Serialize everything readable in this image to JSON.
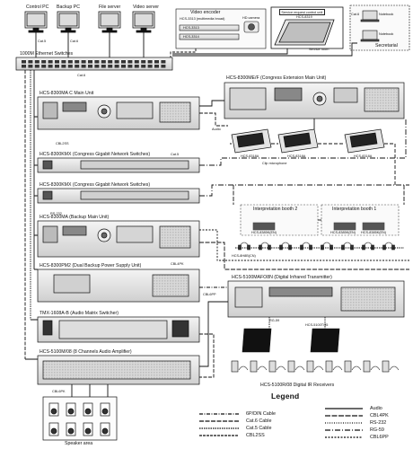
{
  "top_devices": {
    "control_pc": "Control PC",
    "backup_pc": "Backup PC",
    "file_server": "File server",
    "video_server": "Video server"
  },
  "video_encoder": {
    "title": "Video encoder",
    "line1": "HCS-3313 (multimedia broad)",
    "line2": "HCS-3314",
    "hd_camera": "HD camera",
    "unit_a": "HCS-3313",
    "unit_b": "HCS-3314"
  },
  "service_request": {
    "title_line1": "Service request control unit",
    "title_line2": "HCS-8319",
    "room": "Service room"
  },
  "secretarial": {
    "cat6": "Cat.6",
    "notebook_a": "Notebook",
    "notebook_b": "Notebook",
    "room": "Secretarial"
  },
  "switch_1000m": "1000M Ethernet Switches",
  "extension_main": "HCS-8300ME/F (Congress Extension Main Unit)",
  "main_unit": "HCS-8300MA C Main Unit",
  "gigabit_switch_1": "HCS-8300KMX (Congress Gigabit Network Switches)",
  "gigabit_switch_2": "HCS-8300KMX (Congress Gigabit Network Switches)",
  "backup_unit": "HCS-8300MA (Backup Main Unit)",
  "power_supply": "HCS-8300PM2 (Dual Backup Power Supply Unit)",
  "audio_matrix": "TMX-1608A-B (Audio Matrix Switcher)",
  "amplifier": "HCS-5100M/08 (8 Channels Audio Amplifier)",
  "ir_transmitter": "HCS-5100MAFO8N (Digital Infrared Transmitter)",
  "ir_radiator": "HCS-5100T/35",
  "ir_receivers": "HCS-5100R/08 Digital IR Receivers",
  "clip_microphone": "Clip microphone",
  "delegate_units": [
    "HCS-8318A",
    "HCS-8318A",
    "HCS-8318A"
  ],
  "booth_2": "Interpretation booth 2",
  "booth_1": "Interpretation booth 1",
  "interpreter_units": [
    "HCS-8385K(EN)",
    "HCS-8385K(EN)",
    "HCS-8385K(EN)"
  ],
  "headphone_label": "HCS-8H8B(CN)",
  "speaker_area": "Speaker area",
  "cable_tags": {
    "cat5": "Cat.5",
    "cat6": "Cat.6",
    "cbl2ss": "CBL2SS",
    "cbl4pk": "CBL4PK",
    "audio": "Audio",
    "rs232": "RS-232",
    "rg59": "RG-59",
    "cbl6pp": "CBL6PP",
    "cbl6pk": "CBL6PK"
  },
  "legend": {
    "title": "Legend",
    "left": [
      "6P/DIN Cable",
      "Cat.6 Cable",
      "Cat.5 Cable",
      "CBL2SS"
    ],
    "right": [
      "Audio",
      "CBL4PK",
      "RS-232",
      "RG-59",
      "CBL6PP"
    ]
  }
}
